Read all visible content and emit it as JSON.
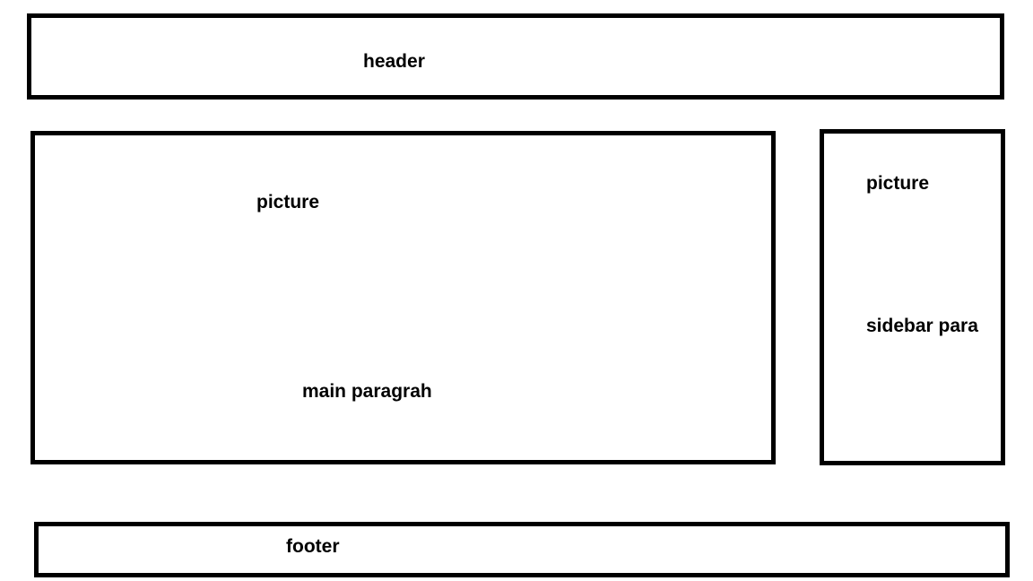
{
  "header": {
    "label": "header"
  },
  "main": {
    "picture_label": "picture",
    "paragraph_label": "main paragrah"
  },
  "sidebar": {
    "picture_label": "picture",
    "paragraph_label": "sidebar para"
  },
  "footer": {
    "label": "footer"
  },
  "colors": {
    "border": "#000000",
    "background": "#ffffff",
    "text": "#000000"
  }
}
